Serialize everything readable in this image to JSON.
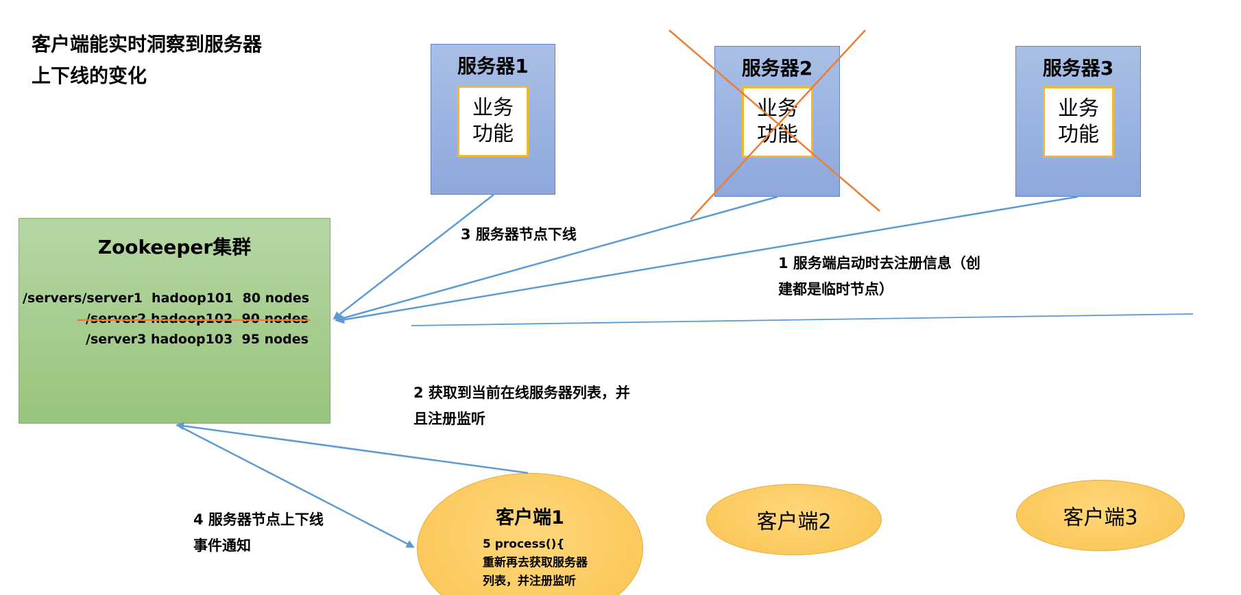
{
  "title": "客户端能实时洞察到服务器上下线的变化",
  "servers": [
    {
      "name": "服务器1",
      "biz": "业务功能"
    },
    {
      "name": "服务器2",
      "biz": "业务功能"
    },
    {
      "name": "服务器3",
      "biz": "业务功能"
    }
  ],
  "zookeeper": {
    "title": "Zookeeper集群",
    "nodes": [
      "/servers/server1  hadoop101  80 nodes",
      "/server2 hadoop102  90 nodes",
      "/server3 hadoop103  95 nodes"
    ]
  },
  "steps": {
    "step3": "3 服务器节点下线",
    "step1": "1  服务端启动时去注册信息（创建都是临时节点）",
    "step2": "2  获取到当前在线服务器列表，并且注册监听",
    "step4": "4  服务器节点上下线事件通知"
  },
  "clients": {
    "client1": {
      "name": "客户端1",
      "body": "5 process(){\n重新再去获取服务器\n列表，并注册监听"
    },
    "client2": "客户端2",
    "client3": "客户端3"
  },
  "colors": {
    "server_fill": "#8ea8dc",
    "biz_border": "#f3b92a",
    "zk_fill": "#a8ce90",
    "client_fill": "#f9c350",
    "arrow": "#5b9bd5",
    "cross": "#ed7d31"
  }
}
